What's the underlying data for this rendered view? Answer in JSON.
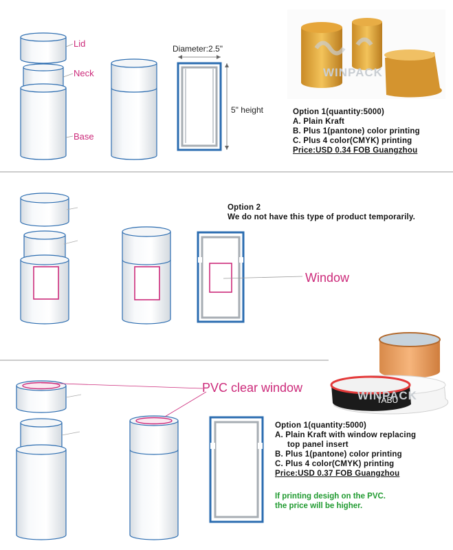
{
  "section1": {
    "labels": {
      "lid": "Lid",
      "neck": "Neck",
      "base": "Base"
    },
    "diameter": "Diameter:2.5\"",
    "height": "5\" height",
    "option": {
      "title": "Option 1(quantity:5000)",
      "a": "A.  Plain Kraft",
      "b": "B. Plus 1(pantone) color printing",
      "c": "C. Plus 4 color(CMYK) printing",
      "price": "Price:USD 0.34   FOB Guangzhou"
    },
    "photo_brand": "WINPACK"
  },
  "section2": {
    "option_title": "Option 2",
    "option_text": "We  do not have this type of product temporarily.",
    "window_label": "Window"
  },
  "section3": {
    "pvc_label": "PVC clear window",
    "photo_brand": "WINPACK",
    "photo_tabu": "TABU",
    "option": {
      "title": "Option 1(quantity:5000)",
      "a1": "A. Plain Kraft with window replacing",
      "a2": "top panel insert",
      "b": "B. Plus 1(pantone) color printing",
      "c": "C. Plus 4 color(CMYK) printing",
      "price": "Price:USD 0.37 FOB Guangzhou"
    },
    "note1": "If printing desigh on the PVC.",
    "note2": "the price will be higher."
  },
  "colors": {
    "pink": "#cc2a7a",
    "blue_outline": "#2b6cb0",
    "tube_light": "#eef1f4",
    "green_note": "#1f9a2f"
  }
}
